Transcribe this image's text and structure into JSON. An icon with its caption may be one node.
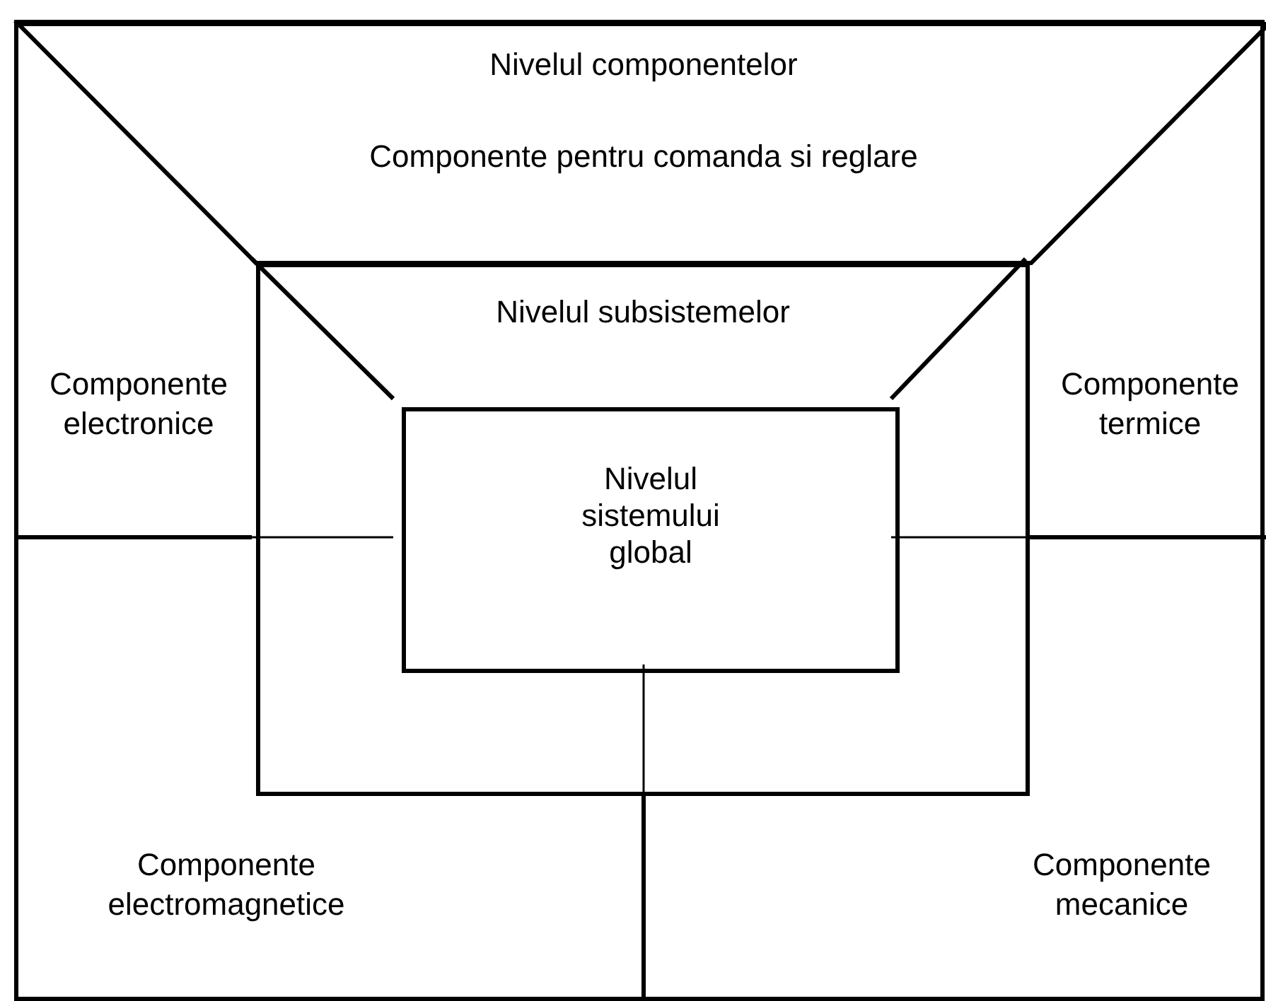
{
  "diagram": {
    "nodes": [
      {
        "text": [],
        "shape": "box"
      },
      {
        "text": [
          "Nivelul componentelor",
          "Componente pentru comanda si reglare"
        ],
        "in": 0
      },
      {
        "text": [
          "Componente electronice"
        ],
        "in": 0
      },
      {
        "text": [
          "Componente termice"
        ],
        "in": 0
      },
      {
        "text": [
          "Componente electromagnetice"
        ],
        "in": 0
      },
      {
        "text": [
          "Componente mecanice"
        ],
        "in": 0
      },
      {
        "text": [
          "Nivelul subsistemelor"
        ],
        "in": 0
      },
      {
        "text": [
          "Nivelul sistemului global"
        ],
        "in": 6
      }
    ]
  }
}
